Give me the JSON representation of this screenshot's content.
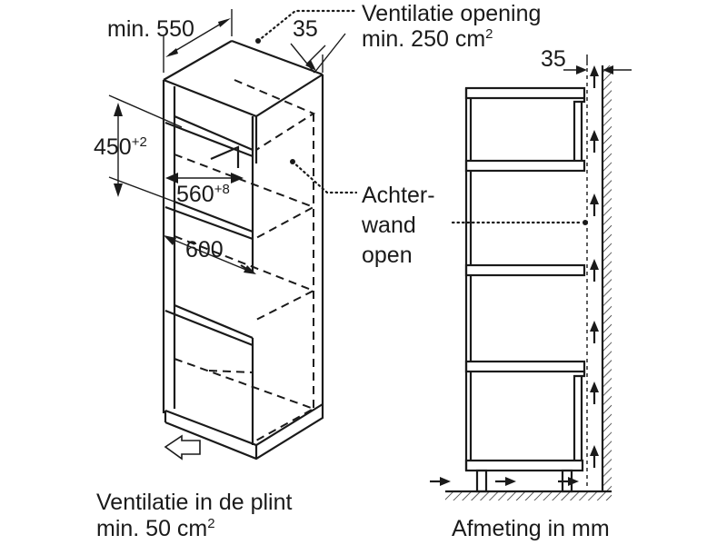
{
  "labels": {
    "min_550": "min. 550",
    "dim_35_top": "35",
    "ventilation_opening_line1": "Ventilatie opening",
    "ventilation_opening_line2": "min. 250 cm",
    "ventilation_opening_sup": "2",
    "dim_450": "450",
    "dim_450_tol": "+2",
    "dim_560": "560",
    "dim_560_tol": "+8",
    "dim_600": "600",
    "rear_wall_line1": "Achter-",
    "rear_wall_line2": "wand",
    "rear_wall_line3": "open",
    "plinth_line1": "Ventilatie in de plint",
    "plinth_line2": "min. 50 cm",
    "plinth_sup": "2",
    "dim_35_side": "35",
    "units_note": "Afmeting in mm"
  }
}
